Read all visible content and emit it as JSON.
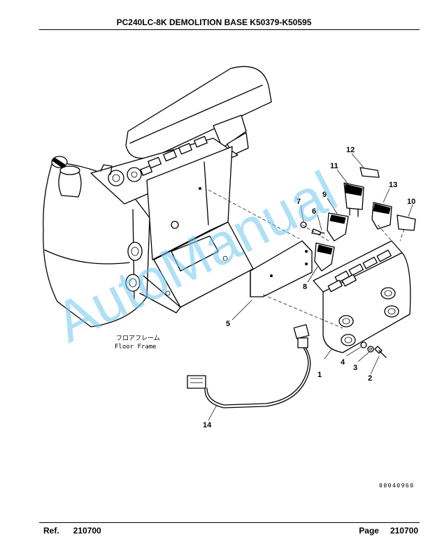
{
  "header": {
    "title": "PC240LC-8K DEMOLITION BASE K50379-K50595"
  },
  "footer": {
    "ref_label": "Ref.",
    "ref_value": "210700",
    "page_label": "Page",
    "page_value": "210700"
  },
  "diagram": {
    "callouts": [
      "1",
      "2",
      "3",
      "4",
      "5",
      "6",
      "7",
      "8",
      "9",
      "10",
      "11",
      "12",
      "13",
      "14"
    ],
    "floor_frame_jp": "フロアフレーム",
    "floor_frame_en": "Floor Frame",
    "drawing_code": "00040960"
  },
  "watermark": {
    "text": "AutoManual",
    "color": "#6ec6ef"
  }
}
